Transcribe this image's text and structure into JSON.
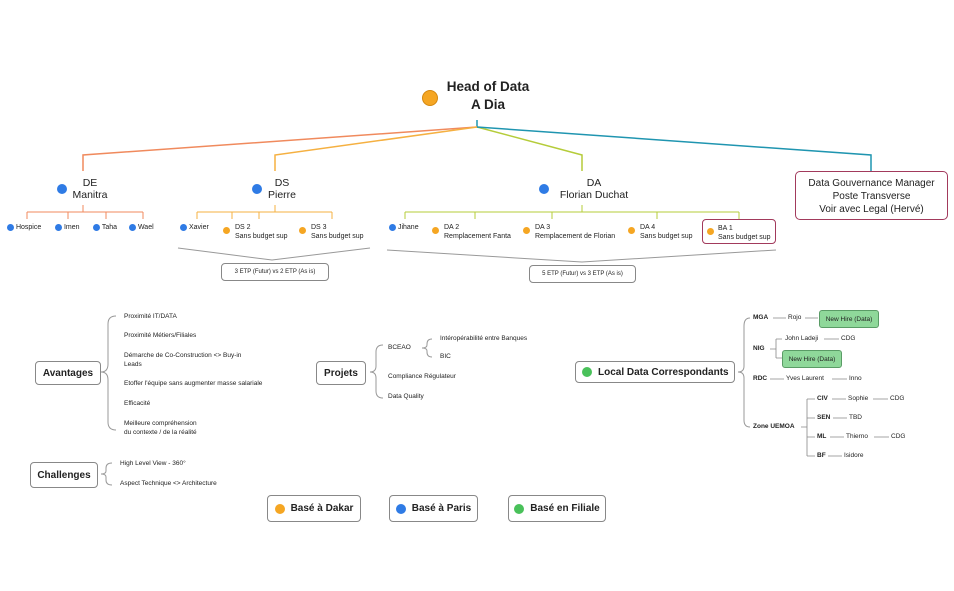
{
  "colors": {
    "dakar": "#f5a623",
    "paris": "#2f7be5",
    "filiale": "#49c15a",
    "orange": "#f08a5d",
    "gold": "#f5b041",
    "lime": "#b5cc3a",
    "teal": "#1f95b0",
    "maroon": "#a23a5c",
    "grey": "#999999"
  },
  "root": {
    "line1": "Head of Data",
    "line2": "A Dia"
  },
  "de": {
    "title": "DE",
    "name": "Manitra",
    "members": [
      "Hospice",
      "Imen",
      "Taha",
      "Wael"
    ]
  },
  "ds": {
    "title": "DS",
    "name": "Pierre",
    "x1": "Xavier",
    "m2a": "DS 2",
    "m2b": "Sans budget sup",
    "m3a": "DS 3",
    "m3b": "Sans budget sup"
  },
  "da": {
    "title": "DA",
    "name": "Florian Duchat",
    "x1": "Jihane",
    "m2a": "DA 2",
    "m2b": "Remplacement Fanta",
    "m3a": "DA 3",
    "m3b": "Remplacement de Florian",
    "m4a": "DA 4",
    "m4b": "Sans budget sup",
    "m5a": "BA 1",
    "m5b": "Sans budget sup"
  },
  "gov": {
    "l1": "Data Gouvernance Manager",
    "l2": "Poste Transverse",
    "l3": "Voir avec Legal (Hervé)"
  },
  "etp1": "3 ETP (Futur) vs 2 ETP (As is)",
  "etp2": "5 ETP (Futur) vs 3 ETP (As is)",
  "avantages": {
    "label": "Avantages",
    "items": [
      "Proximité IT/DATA",
      "Proximité Métiers/Filiales",
      "Démarche de Co-Construction <> Buy-in",
      "Leads",
      "Etoffer l'équipe sans augmenter masse salariale",
      "Efficacité",
      "Meilleure compréhension",
      "du contexte / de la réalité"
    ]
  },
  "challenges": {
    "label": "Challenges",
    "items": [
      "High Level View - 360°",
      "Aspect Technique <> Architecture"
    ]
  },
  "projets": {
    "label": "Projets",
    "bceao": "BCEAO",
    "sub": [
      "Intéropérabilité entre Banques",
      "BIC"
    ],
    "items": [
      "Compliance Régulateur",
      "Data Quality"
    ]
  },
  "ldc": {
    "label": "Local Data Correspondants",
    "mga": "MGA",
    "rojo": "Rojo",
    "nh1": "New Hire (Data)",
    "nig": "NIG",
    "john": "John Ladeji",
    "cdg1": "CDG",
    "nh2": "New Hire (Data)",
    "rdc": "RDC",
    "yves": "Yves Laurent",
    "inno": "Inno",
    "zone": "Zone UEMOA",
    "civ": "CIV",
    "sophie": "Sophie",
    "cdg2": "CDG",
    "sen": "SEN",
    "tbd": "TBD",
    "ml": "ML",
    "thierno": "Thierno",
    "cdg3": "CDG",
    "bf": "BF",
    "isidore": "Isidore"
  },
  "legend": {
    "dakar": "Basé à Dakar",
    "paris": "Basé à Paris",
    "filiale": "Basé en Filiale"
  }
}
